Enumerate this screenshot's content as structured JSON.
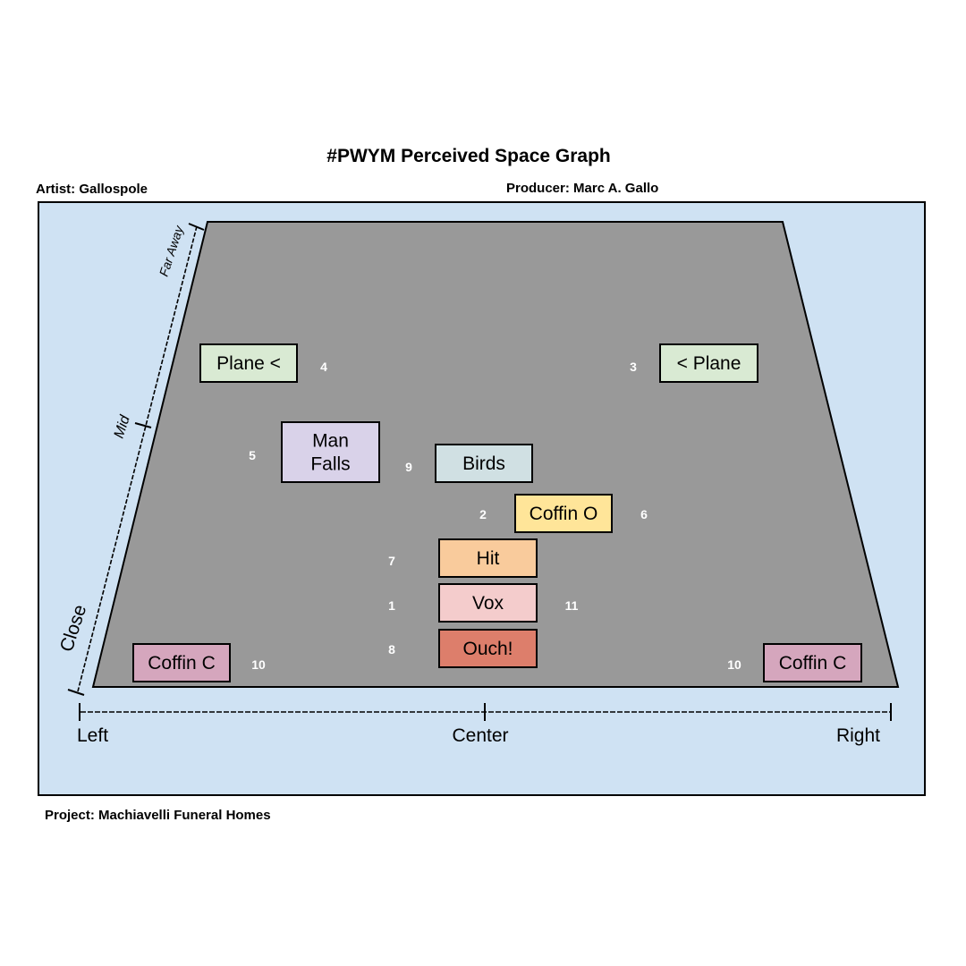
{
  "header": {
    "title": "#PWYM Perceived Space Graph",
    "artist": "Artist: Gallospole",
    "producer": "Producer: Marc A. Gallo"
  },
  "footer": {
    "project": "Project: Machiavelli Funeral Homes"
  },
  "colors": {
    "panel_bg": "#cfe2f3",
    "stage_fill": "#999999",
    "number_text": "#ffffff"
  },
  "axes": {
    "horizontal": {
      "left": "Left",
      "center": "Center",
      "right": "Right"
    },
    "depth": {
      "far": "Far Away",
      "mid": "Mid",
      "close": "Close"
    }
  },
  "elements": [
    {
      "id": "plane-left",
      "lines": [
        "Plane <"
      ],
      "number": "4",
      "color": "#d9ead3"
    },
    {
      "id": "plane-right",
      "lines": [
        "< Plane"
      ],
      "number": "3",
      "color": "#d9ead3"
    },
    {
      "id": "man-falls",
      "lines": [
        "Man",
        "Falls"
      ],
      "number": "5",
      "color": "#d9d2e9"
    },
    {
      "id": "birds",
      "lines": [
        "Birds"
      ],
      "number": "9",
      "color": "#d0e0e3"
    },
    {
      "id": "coffin-o",
      "lines": [
        "Coffin O"
      ],
      "number": "2",
      "number2": "6",
      "color": "#ffe599"
    },
    {
      "id": "hit",
      "lines": [
        "Hit"
      ],
      "number": "7",
      "color": "#f9cb9c"
    },
    {
      "id": "vox",
      "lines": [
        "Vox"
      ],
      "number": "1",
      "number2": "11",
      "color": "#f4cccc"
    },
    {
      "id": "ouch",
      "lines": [
        "Ouch!"
      ],
      "number": "8",
      "color": "#dd7e6b"
    },
    {
      "id": "coffin-c-left",
      "lines": [
        "Coffin C"
      ],
      "number": "10",
      "color": "#d5a6bd"
    },
    {
      "id": "coffin-c-right",
      "lines": [
        "Coffin C"
      ],
      "number": "10",
      "color": "#d5a6bd"
    }
  ]
}
